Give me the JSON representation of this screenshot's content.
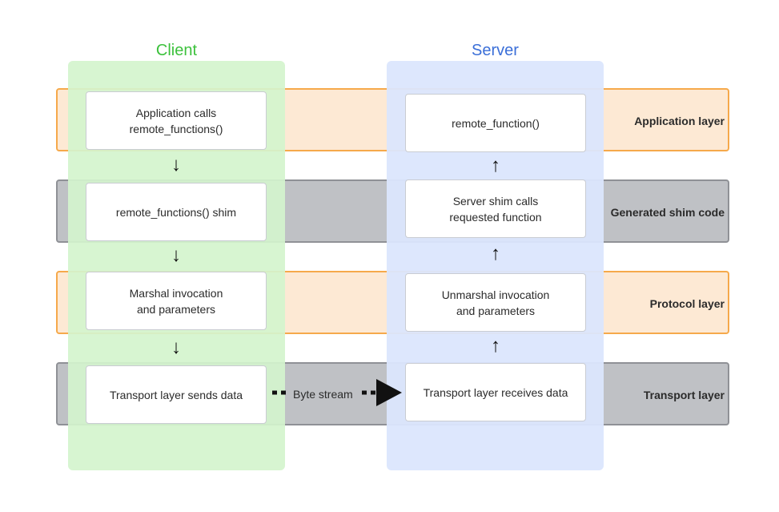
{
  "layers": {
    "application": "Application layer",
    "shim": "Generated shim code",
    "protocol": "Protocol layer",
    "transport": "Transport layer"
  },
  "client": {
    "title": "Client",
    "box1": "Application calls\nremote_functions()",
    "box2": "remote_functions() shim",
    "box3": "Marshal invocation\nand parameters",
    "box4": "Transport layer sends data"
  },
  "server": {
    "title": "Server",
    "box1": "remote_function()",
    "box2": "Server shim calls\nrequested function",
    "box3": "Unmarshal invocation\nand parameters",
    "box4": "Transport layer receives data"
  },
  "link": {
    "label": "Byte stream"
  },
  "colors": {
    "client_title": "#3cc13c",
    "server_title": "#3b6fd8",
    "orange_band": "#fde9d4",
    "gray_band": "#bfc1c5"
  }
}
